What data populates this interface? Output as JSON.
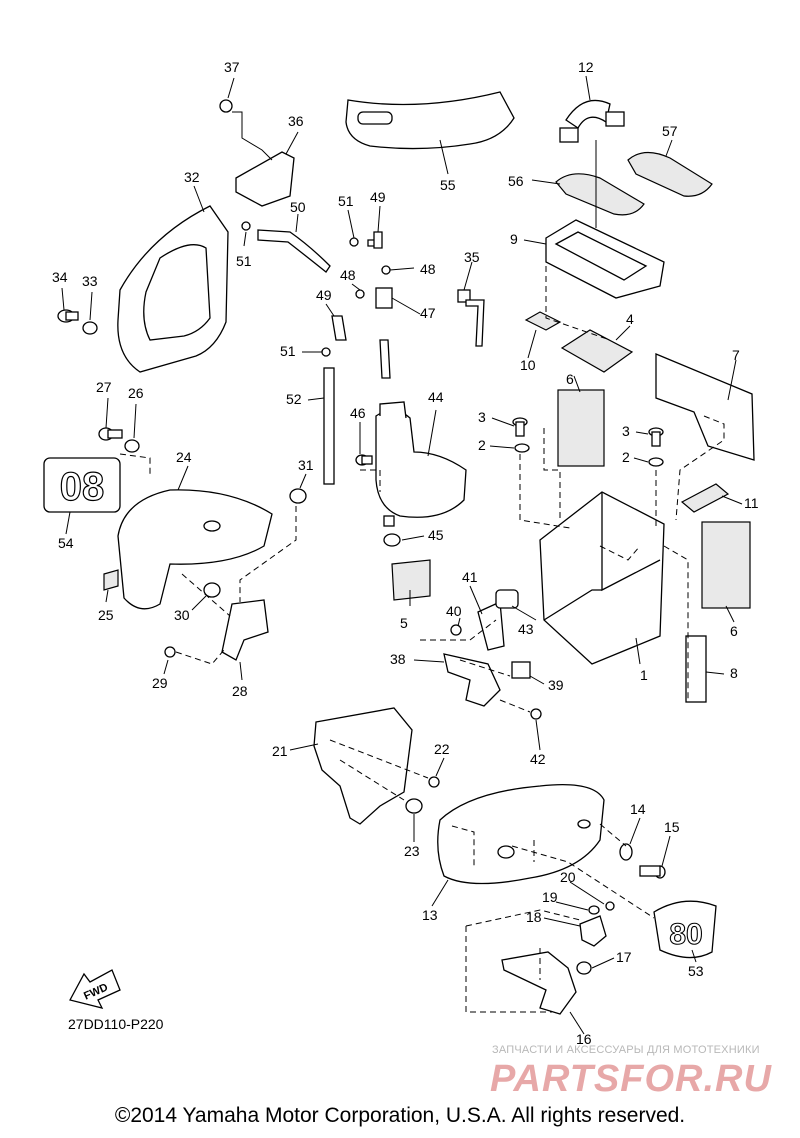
{
  "diagram": {
    "code": "27DD110-P220",
    "fwd_label": "FWD",
    "copyright": "©2014 Yamaha Motor Corporation, U.S.A. All rights reserved.",
    "watermark": {
      "tagline": "ЗАПЧАСТИ И АКСЕССУАРЫ ДЛЯ МОТОТЕХНИКИ",
      "logo": "PARTSFOR.RU"
    },
    "decal_text": {
      "left": "08",
      "right": "80"
    },
    "callouts": [
      "1",
      "2",
      "2",
      "3",
      "3",
      "4",
      "5",
      "6",
      "6",
      "7",
      "8",
      "9",
      "10",
      "11",
      "12",
      "13",
      "14",
      "15",
      "16",
      "17",
      "18",
      "19",
      "20",
      "21",
      "22",
      "23",
      "24",
      "25",
      "26",
      "27",
      "28",
      "29",
      "30",
      "31",
      "32",
      "33",
      "34",
      "35",
      "36",
      "37",
      "38",
      "39",
      "40",
      "41",
      "42",
      "43",
      "44",
      "45",
      "46",
      "47",
      "48",
      "48",
      "49",
      "49",
      "50",
      "51",
      "51",
      "51",
      "52",
      "53",
      "54",
      "55",
      "56",
      "57"
    ]
  }
}
